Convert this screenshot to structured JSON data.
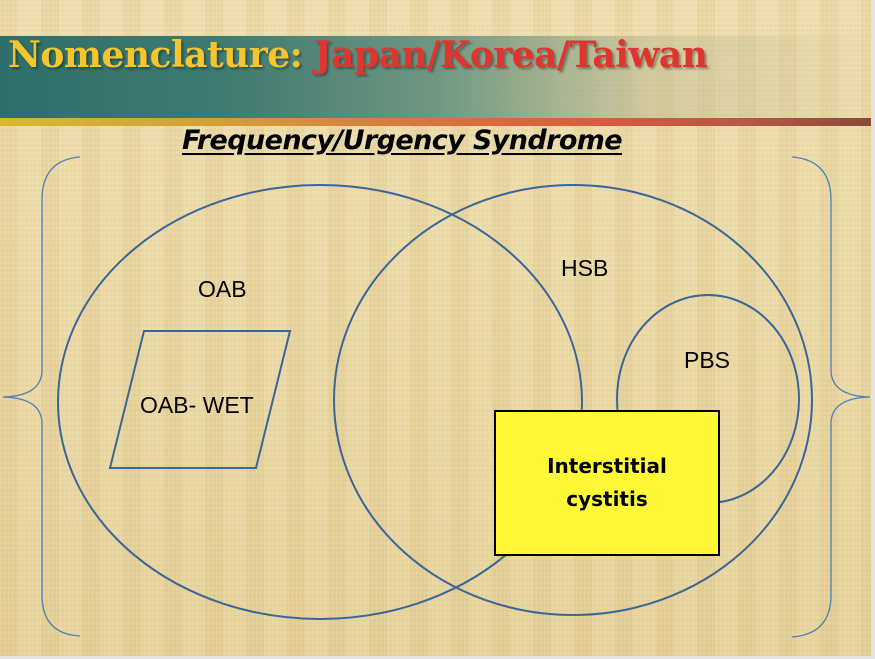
{
  "slide": {
    "title_part1": "Nomenclature:",
    "title_part2": "Japan/Korea/Taiwan",
    "subtitle": "Frequency/Urgency Syndrome"
  },
  "diagram": {
    "labels": {
      "oab": "OAB",
      "oab_wet": "OAB- WET",
      "hsb": "HSB",
      "pbs": "PBS",
      "ic_line1": "Interstitial",
      "ic_line2": "cystitis"
    }
  },
  "colors": {
    "title_yellow": "#f4c52e",
    "title_red": "#e0352f",
    "outline_blue": "#3a6699",
    "ic_fill": "#fff836"
  }
}
